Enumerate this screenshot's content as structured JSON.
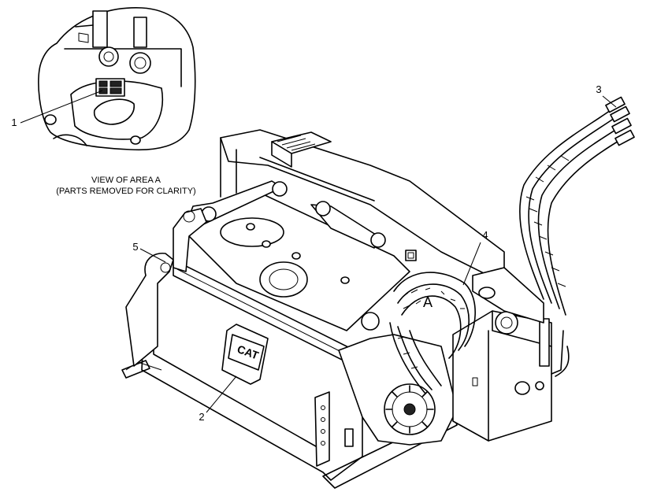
{
  "detail_view": {
    "caption_line1": "VIEW OF AREA A",
    "caption_line2": "(PARTS REMOVED FOR CLARITY)"
  },
  "view_marker": "A",
  "callouts": [
    {
      "label": "1",
      "part": "decal"
    },
    {
      "label": "2",
      "part": "logo plate"
    },
    {
      "label": "3",
      "part": "hose couplers"
    },
    {
      "label": "4",
      "part": "hose harness"
    },
    {
      "label": "5",
      "part": "side frame"
    }
  ],
  "logo_text": "CAT"
}
